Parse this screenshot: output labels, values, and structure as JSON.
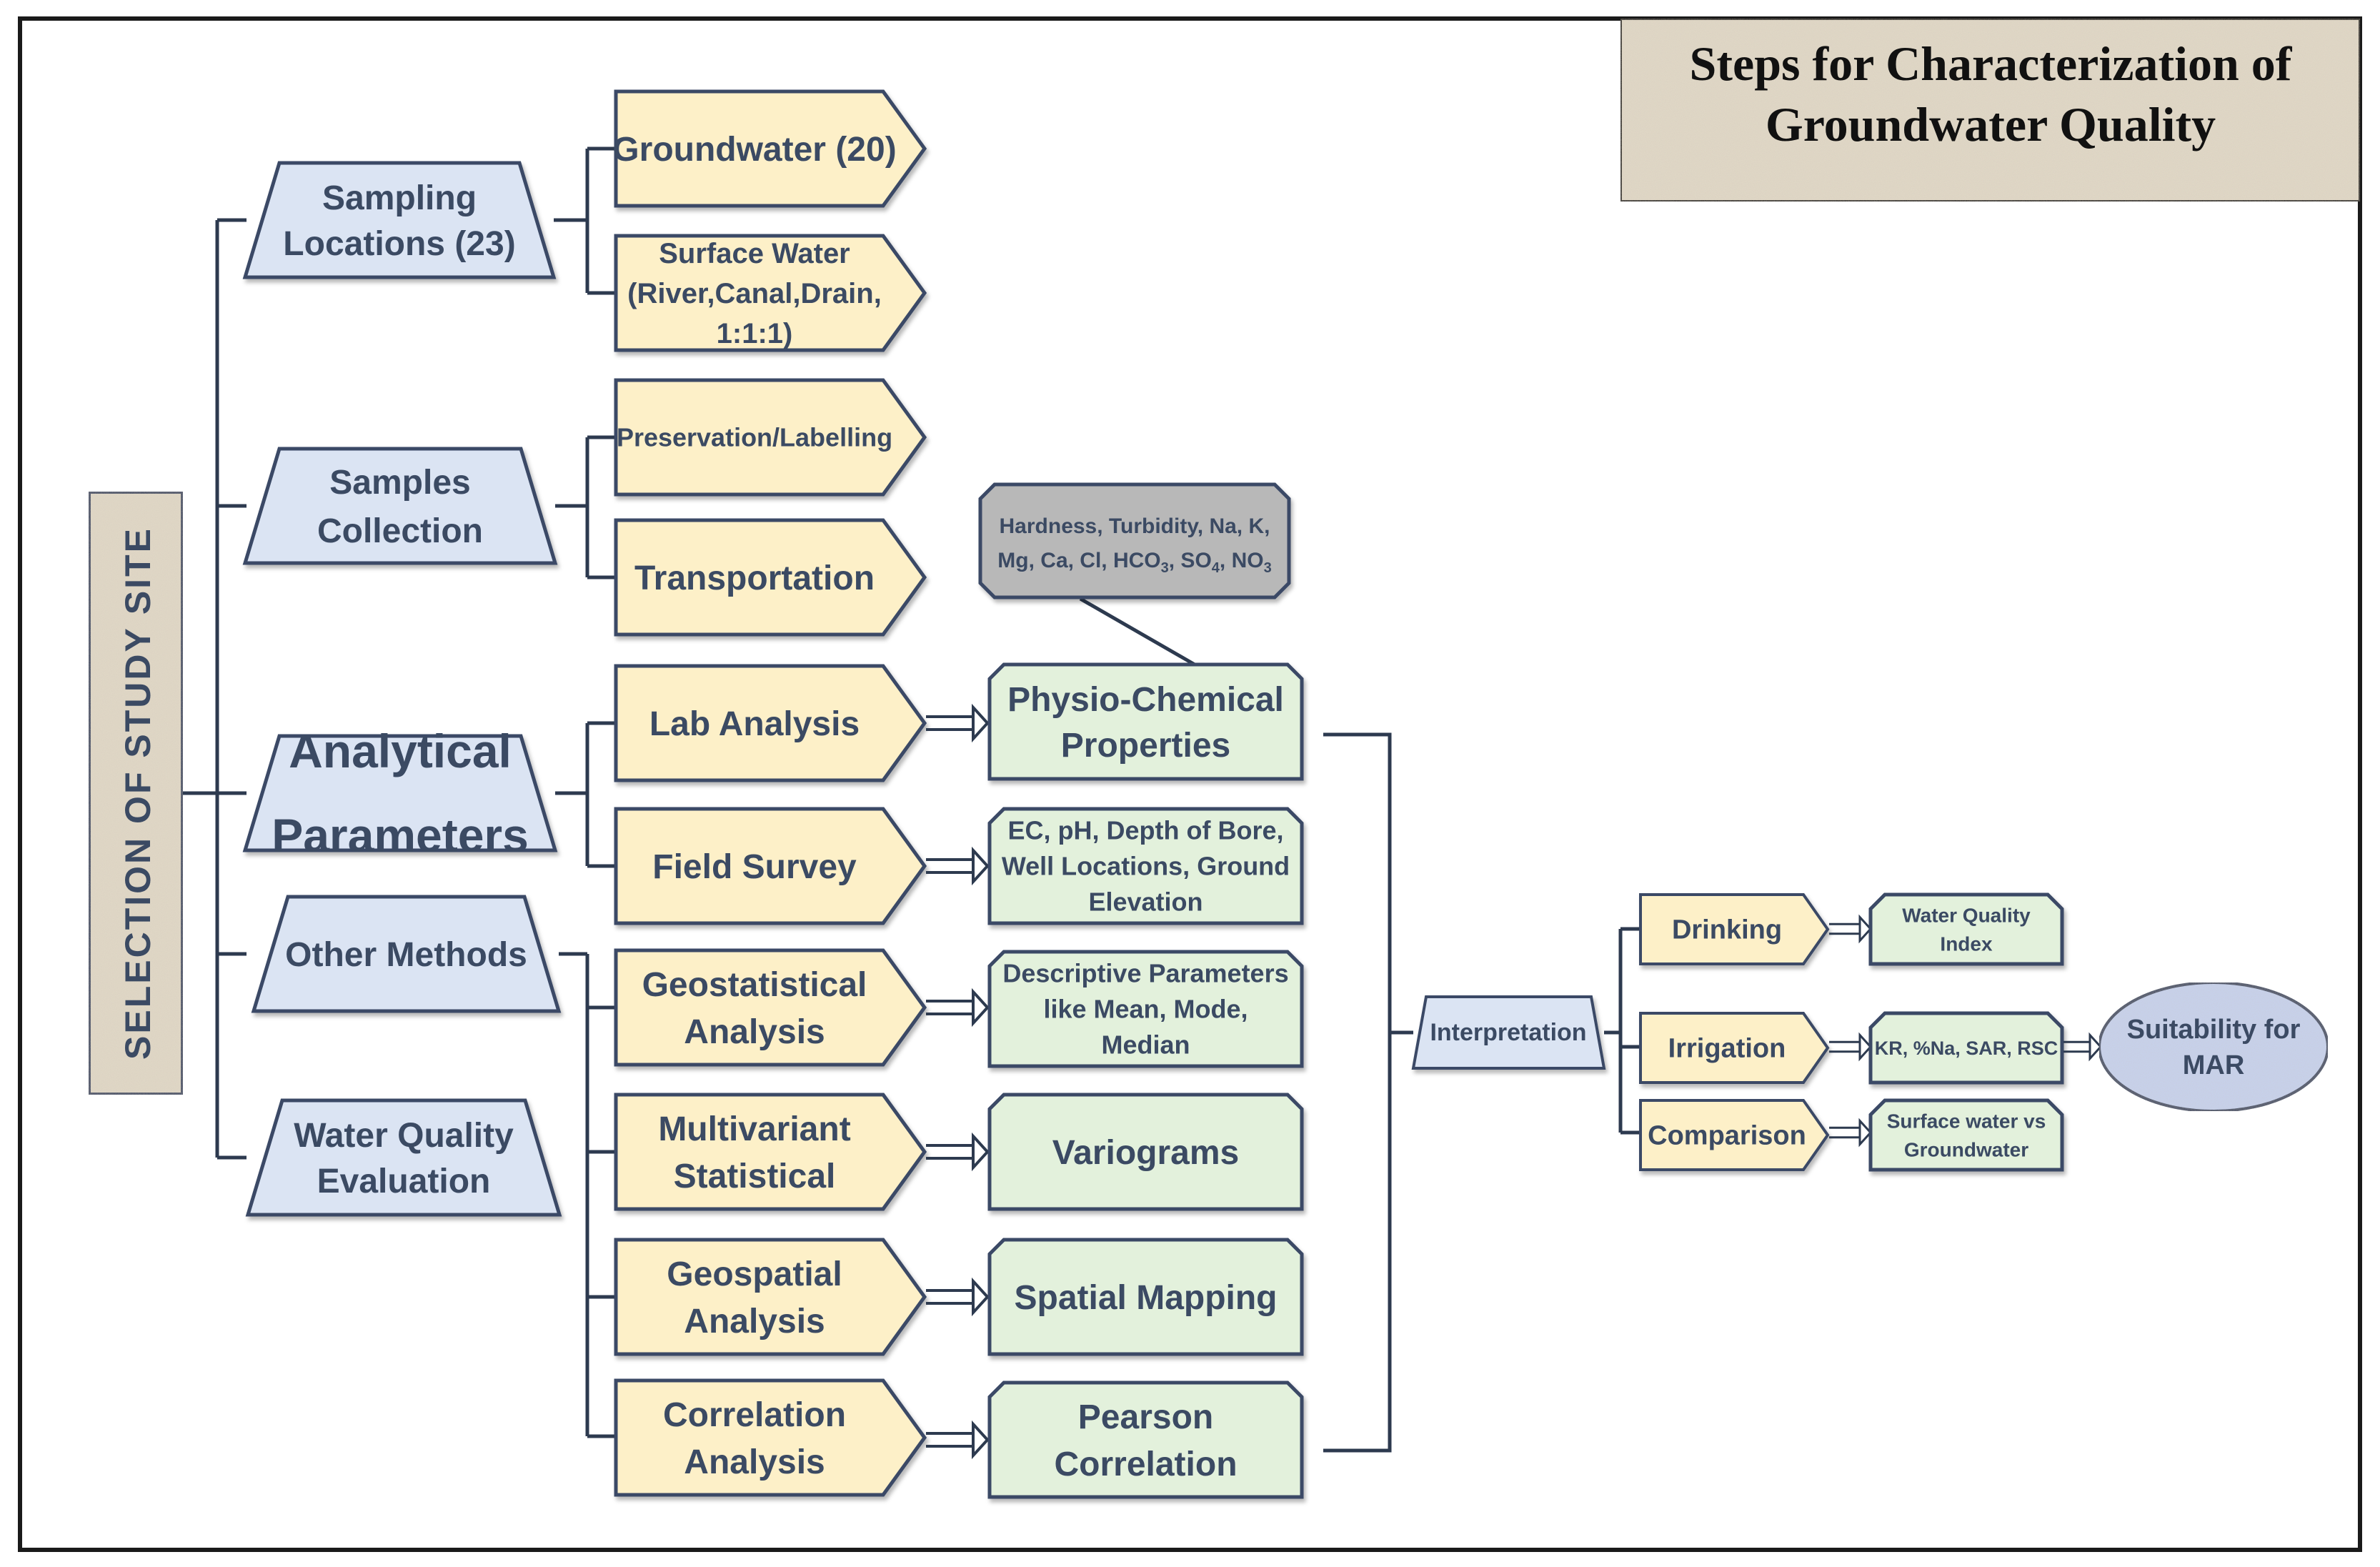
{
  "title": {
    "line1": "Steps for Characterization of",
    "line2": "Groundwater Quality"
  },
  "colors": {
    "border": "#1a1a1a",
    "connector": "#2d3a4f",
    "blue_fill": "#dbe4f3",
    "blue_stroke": "#3a4a66",
    "yellow_fill": "#fdf0c8",
    "yellow_stroke": "#3a4a66",
    "green_fill": "#e3f1dc",
    "green_stroke": "#3a4a66",
    "gray_fill": "#b8b8b8",
    "gray_stroke": "#3a4a66",
    "title_fill": "#e2d9c8",
    "site_fill": "#e2d9c8",
    "ellipse_fill": "#c8d3ef",
    "text": "#3b4a63"
  },
  "study_site": "SELECTION OF STUDY SITE",
  "categories": {
    "sampling_locations": [
      "Sampling",
      "Locations (23)"
    ],
    "samples_collection": [
      "Samples",
      "Collection"
    ],
    "analytical_parameters": [
      "Analytical",
      "Parameters"
    ],
    "other_methods": [
      "Other Methods"
    ],
    "water_quality_evaluation": [
      "Water Quality",
      "Evaluation"
    ]
  },
  "steps": {
    "groundwater": [
      "Groundwater (20)"
    ],
    "surface_water": [
      "Surface Water",
      "(River,Canal,Drain,",
      "1:1:1)"
    ],
    "preservation": [
      "Preservation/Labelling"
    ],
    "transportation": [
      "Transportation"
    ],
    "lab_analysis": [
      "Lab Analysis"
    ],
    "field_survey": [
      "Field Survey"
    ],
    "geostatistical": [
      "Geostatistical",
      "Analysis"
    ],
    "multivariant": [
      "Multivariant",
      "Statistical"
    ],
    "geospatial": [
      "Geospatial",
      "Analysis"
    ],
    "correlation": [
      "Correlation",
      "Analysis"
    ]
  },
  "outputs": {
    "physio_chemical": [
      "Physio-Chemical",
      "Properties"
    ],
    "field_params": [
      "EC, pH, Depth of Bore,",
      "Well Locations, Ground",
      "Elevation"
    ],
    "descriptive": [
      "Descriptive Parameters",
      "like Mean, Mode,",
      "Median"
    ],
    "variograms": [
      "Variograms"
    ],
    "spatial_mapping": [
      "Spatial Mapping"
    ],
    "pearson": [
      "Pearson",
      "Correlation"
    ]
  },
  "lab_parameters": {
    "line1": "Hardness, Turbidity, Na, K,",
    "line2_prefix": "Mg, Ca, Cl, HCO",
    "sub_3a": "3",
    "line2_sep1": ", SO",
    "sub_4": "4",
    "line2_sep2": ", NO",
    "sub_3b": "3"
  },
  "interpretation": "Interpretation",
  "uses": {
    "drinking": "Drinking",
    "irrigation": "Irrigation",
    "comparison": "Comparison"
  },
  "use_outputs": {
    "wqi": [
      "Water Quality",
      "Index"
    ],
    "irrigation_indices": [
      "KR, %Na, SAR, RSC"
    ],
    "comparison_out": [
      "Surface water vs",
      "Groundwater"
    ]
  },
  "final": [
    "Suitability for",
    "MAR"
  ]
}
